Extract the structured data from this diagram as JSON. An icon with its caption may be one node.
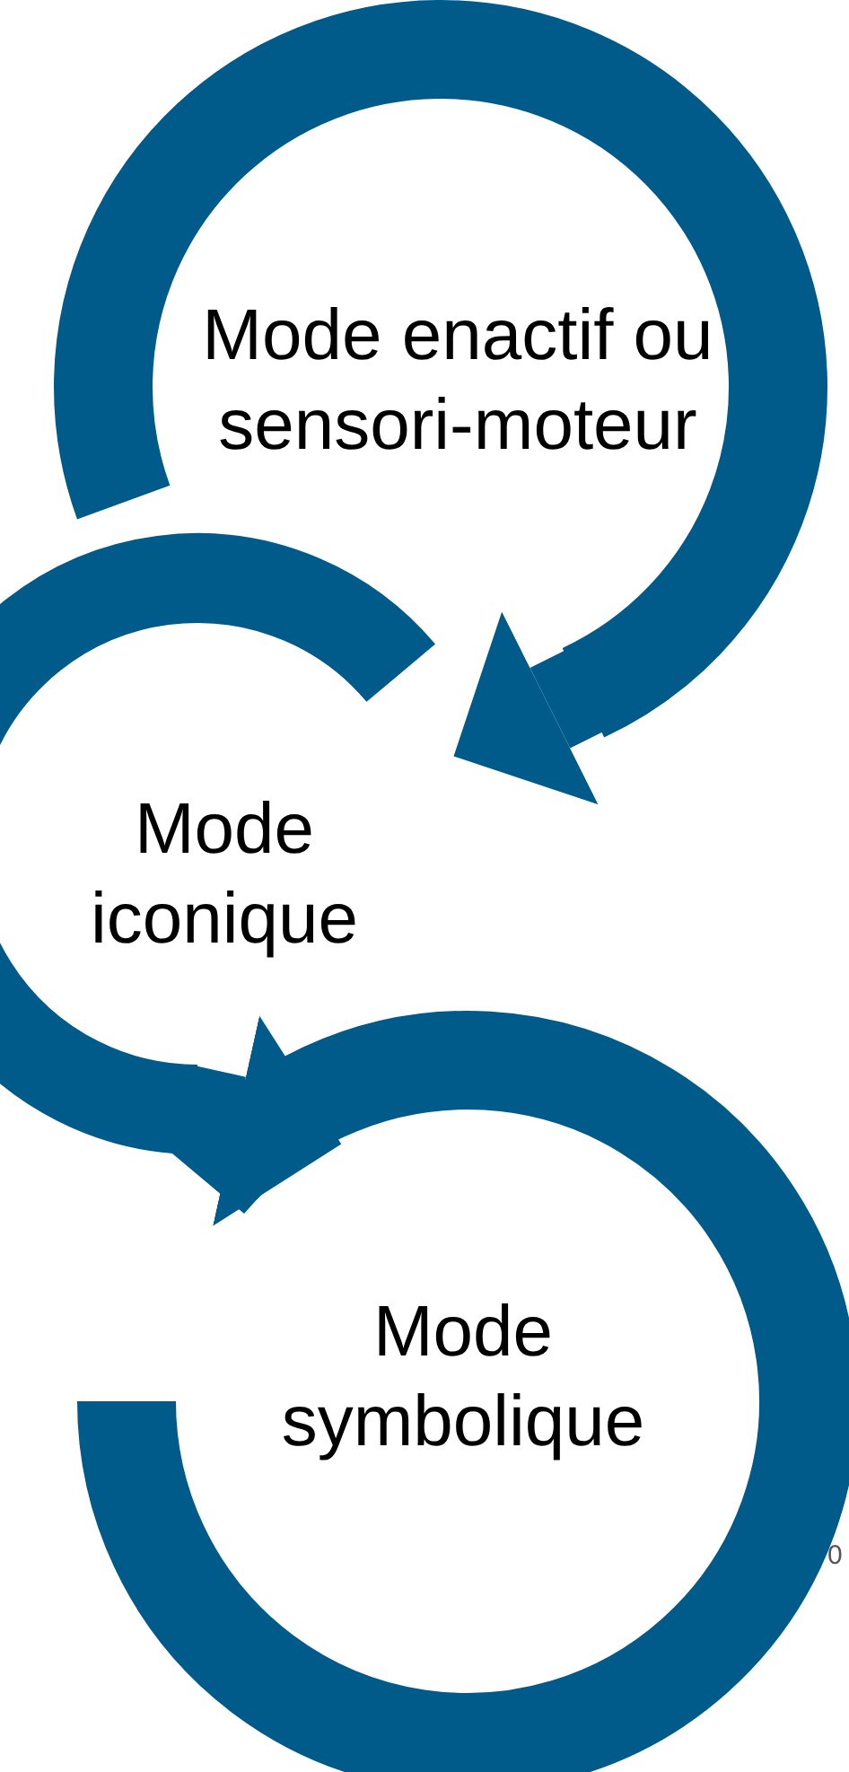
{
  "diagram": {
    "nodes": [
      {
        "text": [
          "Mode enactif ou sensori-moteur"
        ]
      },
      {
        "text": [
          "Mode iconique"
        ]
      },
      {
        "text": [
          "Mode symbolique"
        ]
      }
    ],
    "edges": [
      {
        "from": 0,
        "to": 1,
        "arrow": "to"
      },
      {
        "from": 1,
        "to": 2,
        "arrow": "to"
      }
    ],
    "labels": [
      "0"
    ]
  }
}
